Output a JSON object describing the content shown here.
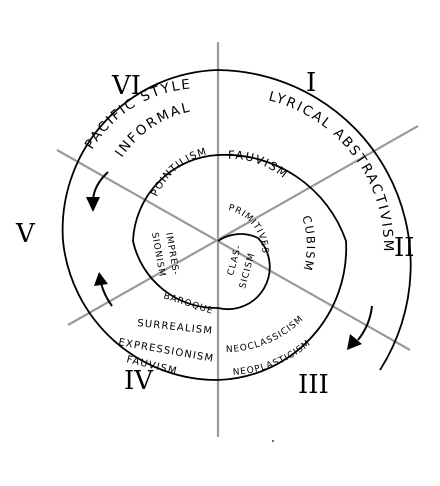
{
  "numerals": {
    "one": "I",
    "two": "II",
    "three": "III",
    "four": "IV",
    "five": "V",
    "six": "VI"
  },
  "outer_ring": {
    "pacific_style": "PACIFIC STYLE",
    "informal": "INFORMAL",
    "lyrical_abstractivism": "LYRICAL ABSTRACTIVISM",
    "surrealism": "SURREALISM",
    "expressionism": "EXPRESSIONISM",
    "fauvism": "FAUVISM",
    "neoclassicism": "NEOCLASSICISM",
    "neoplasticism": "NEOPLASTICISM"
  },
  "middle_ring": {
    "pointilism": "POINTILISM",
    "fauvism": "FAUVISM",
    "cubism": "CUBISM",
    "impressionism_1": "IMPRES-",
    "impressionism_2": "SIONISM",
    "baroque": "BAROQUE"
  },
  "inner_ring": {
    "primitives": "PRIMITIVES",
    "classicism_1": "CLAS-",
    "classicism_2": "SICISM"
  },
  "colors": {
    "lines": "#000000",
    "axes": "#9a9a9a",
    "background": "#ffffff"
  }
}
